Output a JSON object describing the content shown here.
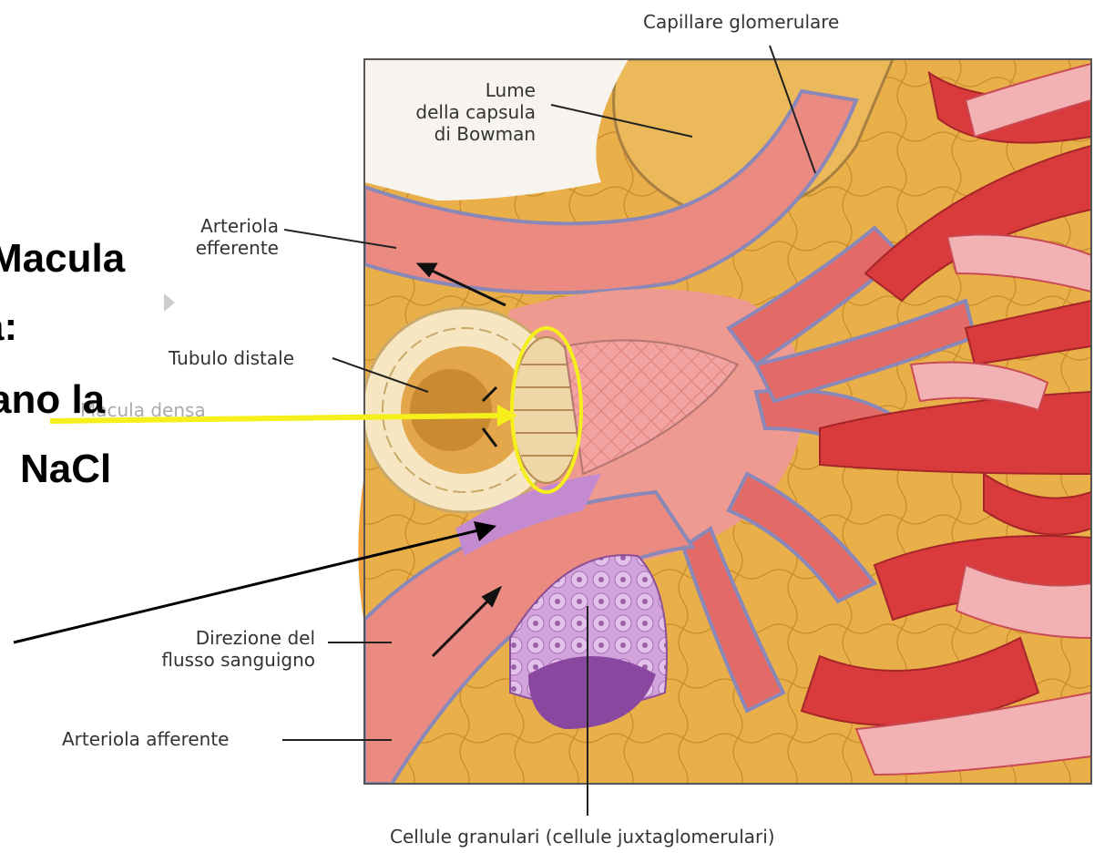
{
  "labels": {
    "capillare": "Capillare glomerulare",
    "lume_line1": "Lume",
    "lume_line2": "della capsula",
    "lume_line3": "di Bowman",
    "efferente_line1": "Arteriola",
    "efferente_line2": "efferente",
    "tubulo": "Tubulo distale",
    "macula": "Macula densa",
    "direzione_line1": "Direzione del",
    "direzione_line2": "flusso sanguigno",
    "afferente": "Arteriola afferente",
    "granulari": "Cellule granulari (cellule juxtaglomerulari)"
  },
  "overlay_text": {
    "line1": "Macula",
    "line2": "a:",
    "line3": "ano la",
    "line4": "NaCl"
  },
  "colors": {
    "highlight": "#f5ef1c",
    "arteriole": "#e8776f",
    "capillary": "#d93a3c",
    "glomerulus_bg": "#e9b04a",
    "granular": "#b67ac2"
  }
}
